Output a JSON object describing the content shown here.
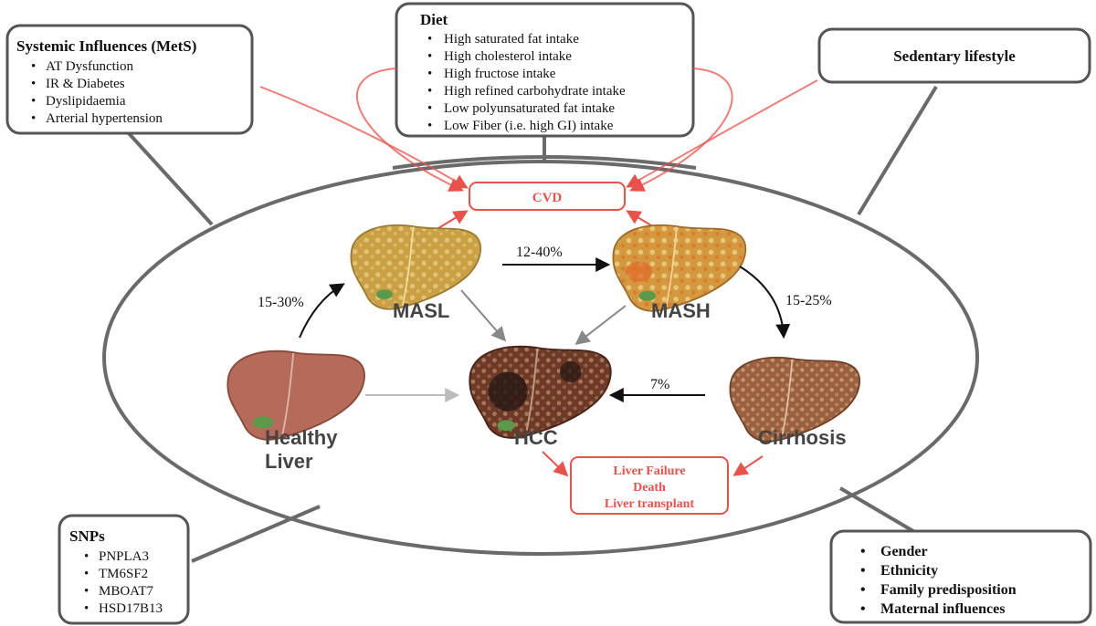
{
  "boxes": {
    "metS": {
      "title": "Systemic Influences (MetS)",
      "items": [
        "AT Dysfunction",
        "IR & Diabetes",
        "Dyslipidaemia",
        "Arterial hypertension"
      ]
    },
    "diet": {
      "title": "Diet",
      "items": [
        "High saturated fat intake",
        "High cholesterol intake",
        "High fructose intake",
        "High refined carbohydrate intake",
        "Low polyunsaturated fat intake",
        "Low Fiber (i.e. high GI) intake"
      ]
    },
    "sedentary": {
      "title": "Sedentary lifestyle"
    },
    "snps": {
      "title": "SNPs",
      "items": [
        "PNPLA3",
        "TM6SF2",
        "MBOAT7",
        "HSD17B13"
      ]
    },
    "other": {
      "items": [
        "Gender",
        "Ethnicity",
        "Family predisposition",
        "Maternal influences"
      ]
    }
  },
  "stages": {
    "healthy": [
      "Healthy",
      "Liver"
    ],
    "masl": "MASL",
    "mash": "MASH",
    "hcc": "HCC",
    "cirrhosis": "Cirrhosis"
  },
  "percentages": {
    "healthy_to_masl": "15-30%",
    "masl_to_mash": "12-40%",
    "mash_to_cirrhosis": "15-25%",
    "cirrhosis_to_hcc": "7%"
  },
  "outcomes": {
    "cvd": "CVD",
    "failure": [
      "Liver Failure",
      "Death",
      "Liver transplant"
    ]
  },
  "colors": {
    "box_border": "#555555",
    "red": "#e8524a",
    "healthy_liver": "#b56a5a",
    "fatty_liver": "#c9a043",
    "mash_liver": "#c98a3a",
    "cirrhosis_liver": "#9a6040",
    "hcc_liver": "#6e3a28"
  }
}
